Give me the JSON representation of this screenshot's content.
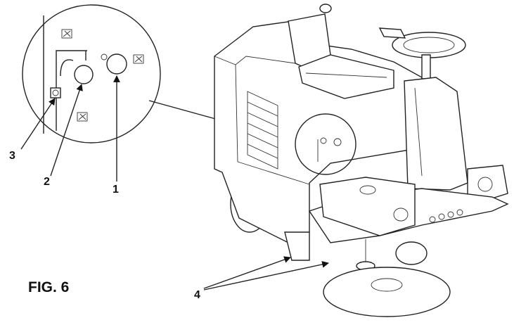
{
  "figure": {
    "label": "FIG. 6",
    "callouts": [
      {
        "id": "1",
        "text": "1"
      },
      {
        "id": "2",
        "text": "2"
      },
      {
        "id": "3",
        "text": "3"
      },
      {
        "id": "4",
        "text": "4"
      }
    ],
    "colors": {
      "line": "#222222",
      "background": "#ffffff"
    }
  }
}
